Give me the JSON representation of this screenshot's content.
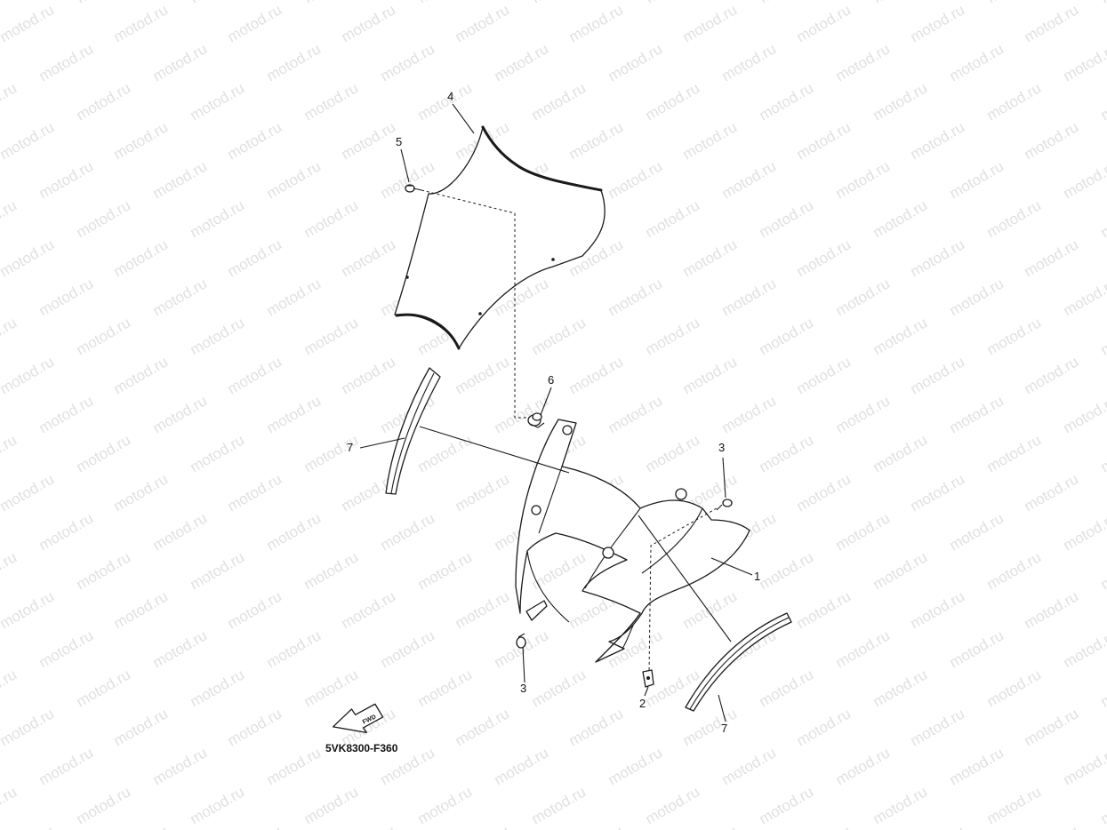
{
  "watermark": {
    "text": "motod.ru",
    "color": "#c8c8c8"
  },
  "diagram_code": "5VK8300-F360",
  "fwd_arrow": {
    "label": "FWD",
    "icon": "fwd-arrow-icon"
  },
  "callouts": [
    {
      "id": "1",
      "label": "1"
    },
    {
      "id": "2",
      "label": "2"
    },
    {
      "id": "3a",
      "label": "3"
    },
    {
      "id": "3b",
      "label": "3"
    },
    {
      "id": "4",
      "label": "4"
    },
    {
      "id": "5",
      "label": "5"
    },
    {
      "id": "6",
      "label": "6"
    },
    {
      "id": "7a",
      "label": "7"
    },
    {
      "id": "7b",
      "label": "7"
    }
  ]
}
